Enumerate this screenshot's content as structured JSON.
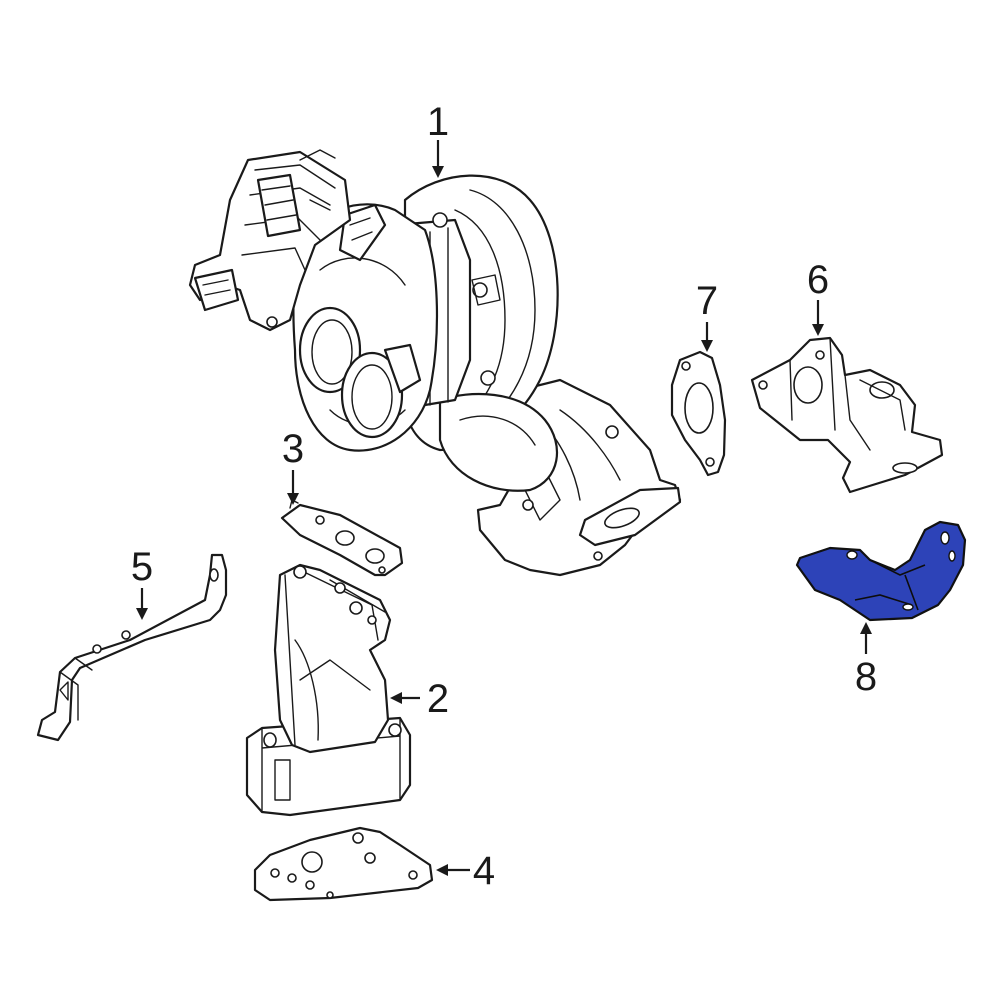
{
  "colors": {
    "line": "#1a1a1a",
    "highlight": "#2d43b8",
    "background": "#ffffff"
  },
  "callouts": [
    {
      "id": "1",
      "label": "1"
    },
    {
      "id": "2",
      "label": "2"
    },
    {
      "id": "3",
      "label": "3"
    },
    {
      "id": "4",
      "label": "4"
    },
    {
      "id": "5",
      "label": "5"
    },
    {
      "id": "6",
      "label": "6"
    },
    {
      "id": "7",
      "label": "7"
    },
    {
      "id": "8",
      "label": "8"
    }
  ],
  "highlighted_part": "8"
}
